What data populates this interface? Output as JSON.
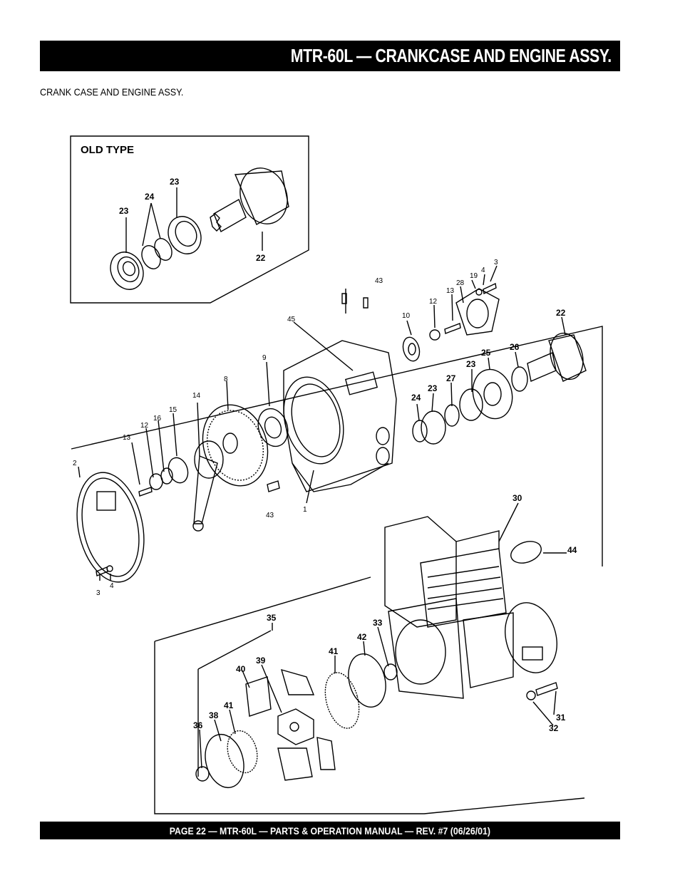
{
  "header": {
    "title": "MTR-60L — CRANKCASE AND ENGINE ASSY."
  },
  "section": {
    "subtitle": "CRANK CASE AND ENGINE ASSY."
  },
  "inset": {
    "label": "OLD TYPE",
    "parts": [
      "23",
      "24",
      "23",
      "22"
    ]
  },
  "parts": {
    "p1": "1",
    "p2": "2",
    "p3a": "3",
    "p4a": "4",
    "p3b": "3",
    "p4b": "4",
    "p8": "8",
    "p9": "9",
    "p10": "10",
    "p12a": "12",
    "p12b": "12",
    "p13a": "13",
    "p13b": "13",
    "p14": "14",
    "p15": "15",
    "p16": "16",
    "p19": "19",
    "p22": "22",
    "p23a": "23",
    "p23b": "23",
    "p24": "24",
    "p25": "25",
    "p26": "26",
    "p27": "27",
    "p28": "28",
    "p30": "30",
    "p31": "31",
    "p32": "32",
    "p33": "33",
    "p35": "35",
    "p36": "36",
    "p38": "38",
    "p39": "39",
    "p40": "40",
    "p41a": "41",
    "p41b": "41",
    "p42": "42",
    "p43a": "43",
    "p43b": "43",
    "p44": "44",
    "p45": "45"
  },
  "footer": {
    "text": "PAGE 22 — MTR-60L — PARTS & OPERATION MANUAL — REV. #7 (06/26/01)"
  }
}
